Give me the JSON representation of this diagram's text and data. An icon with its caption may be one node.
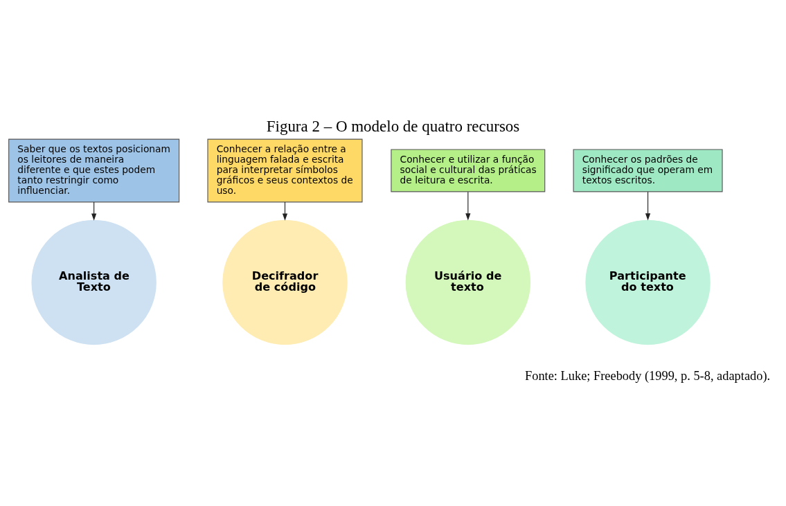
{
  "diagram": {
    "title": "Figura 2 – O modelo de quatro recursos",
    "caption": "Fonte: Luke; Freebody (1999, p. 5-8, adaptado).",
    "nodes": [
      {
        "text": [
          "Saber que os textos posicionam os leitores de maneira diferente e que estes podem tanto restringir como influenciar."
        ]
      },
      {
        "text": [
          "Conhecer a relação entre a linguagem falada e escrita para interpretar símbolos gráficos e seus contextos de uso."
        ]
      },
      {
        "text": [
          "Decifrador de código"
        ]
      },
      {
        "text": [
          "Analista de Texto"
        ]
      },
      {
        "text": [
          "Usuário de texto"
        ]
      },
      {
        "text": [
          "Conhecer e utilizar a função social e cultural das práticas de leitura e escrita."
        ]
      },
      {
        "text": [
          "Participante do texto"
        ]
      },
      {
        "text": [
          "Conhecer os padrões de significado que operam em textos escritos."
        ]
      }
    ],
    "edges": [
      {
        "from": 0,
        "to": 3,
        "arrow": "to"
      },
      {
        "from": 1,
        "to": 2,
        "arrow": "to"
      },
      {
        "from": 5,
        "to": 4,
        "arrow": "to"
      },
      {
        "from": 7,
        "to": 6,
        "arrow": "to"
      }
    ]
  }
}
